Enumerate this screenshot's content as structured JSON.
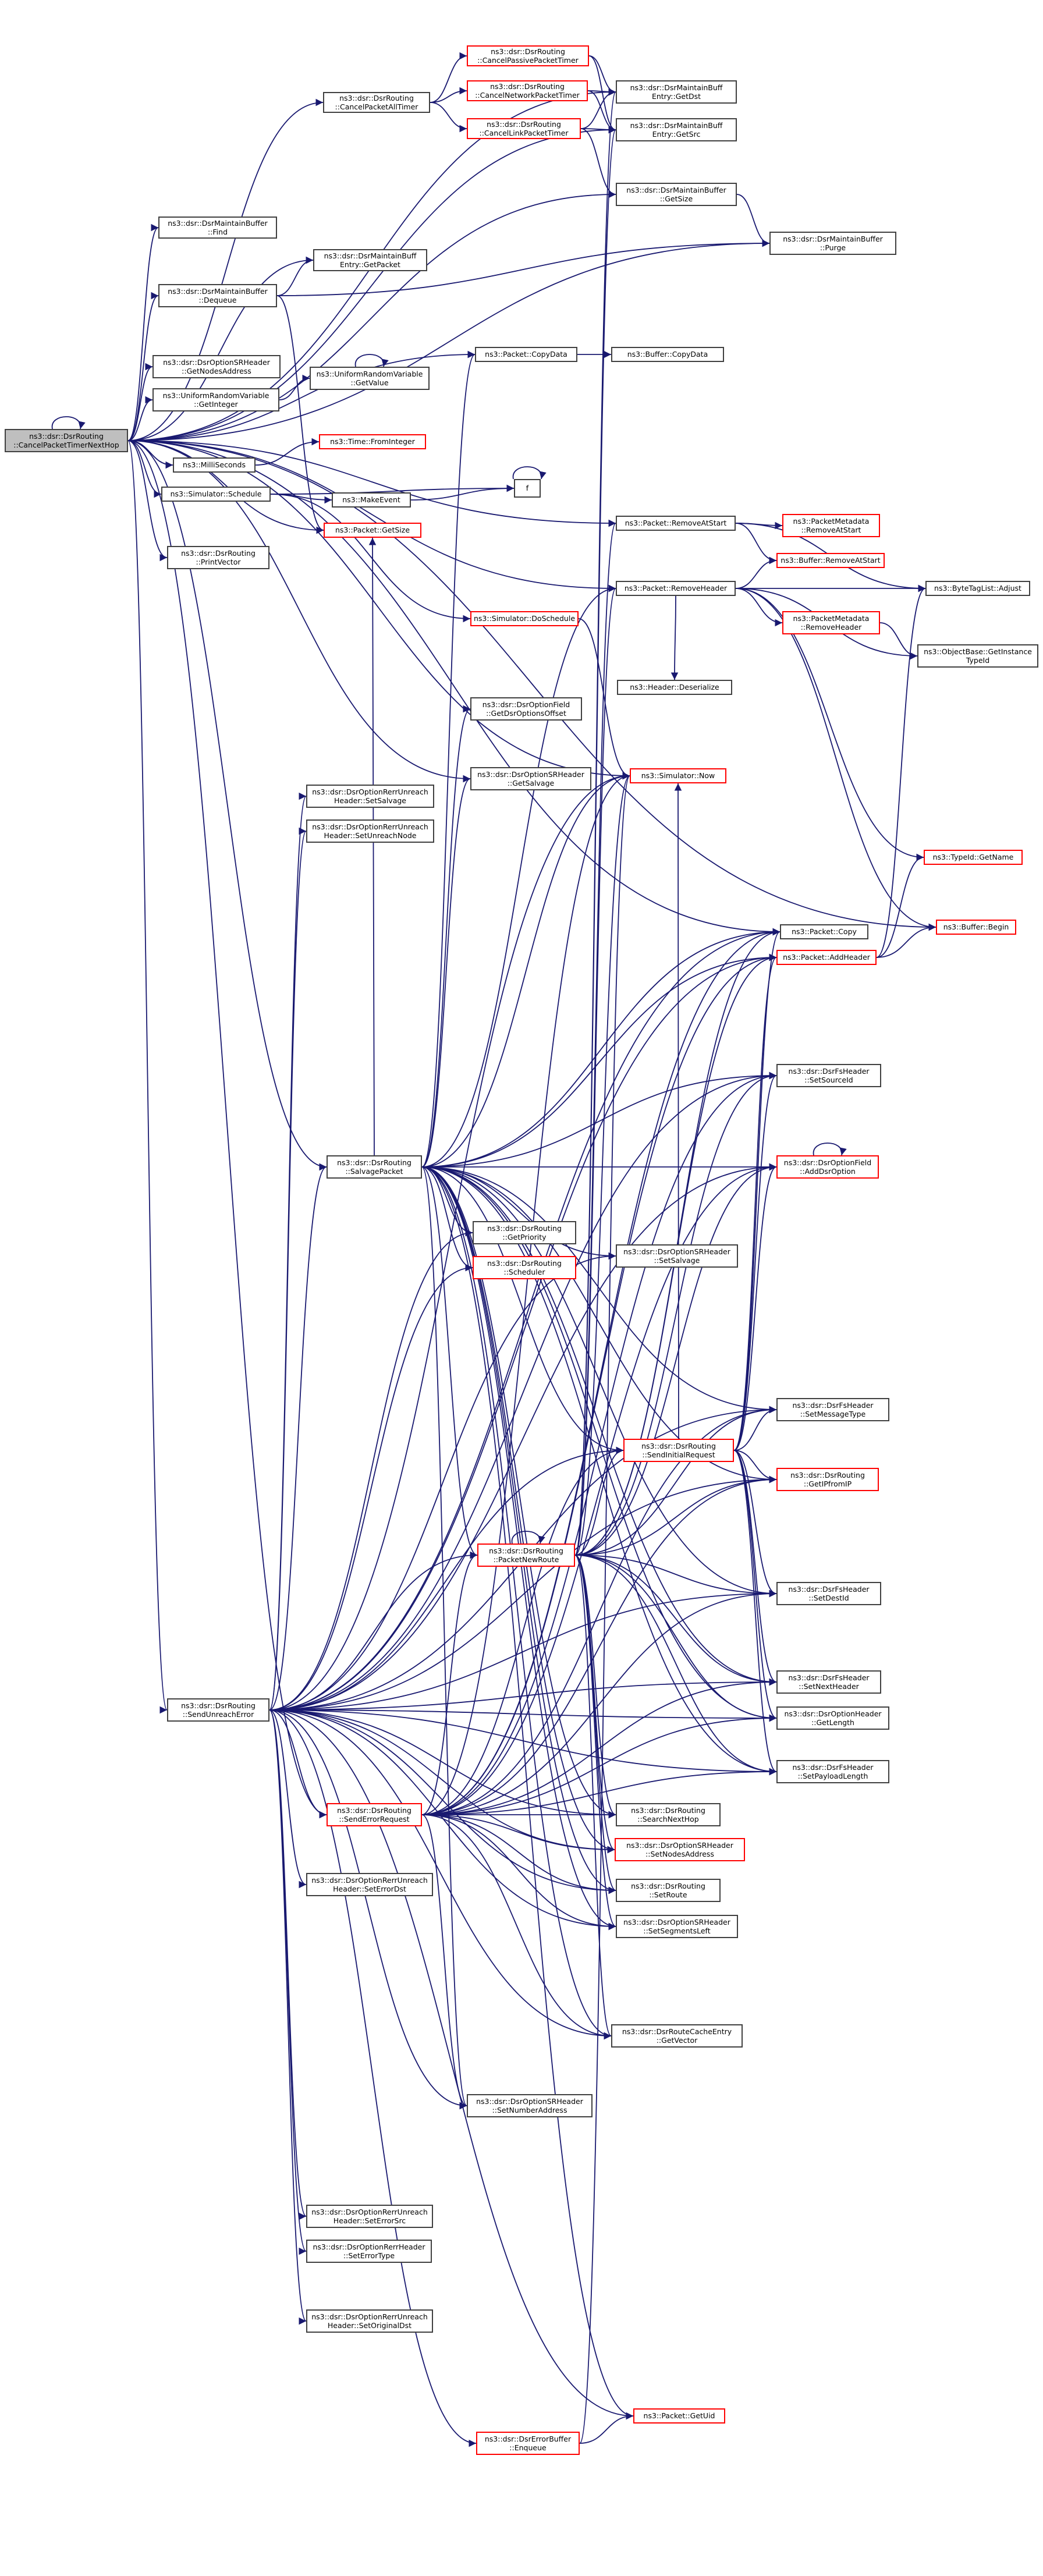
{
  "graph": {
    "root_label": "ns3::dsr::DsrRouting\n::CancelPacketTimerNextHop",
    "colors": {
      "edge": "#191970",
      "node_border": "#404040",
      "truncated_border": "#ff0000",
      "root_fill": "#bfbfbf"
    },
    "nodes": [
      {
        "id": "n1",
        "label": "ns3::dsr::DsrRouting\n::CancelPacketTimerNextHop",
        "color": "root"
      },
      {
        "id": "n2",
        "label": "ns3::dsr::DsrRouting\n::CancelPacketAllTimer",
        "color": "normal"
      },
      {
        "id": "n3",
        "label": "ns3::dsr::DsrRouting\n::CancelPassivePacketTimer",
        "color": "red"
      },
      {
        "id": "n4",
        "label": "ns3::dsr::DsrRouting\n::CancelNetworkPacketTimer",
        "color": "red"
      },
      {
        "id": "n5",
        "label": "ns3::dsr::DsrRouting\n::CancelLinkPacketTimer",
        "color": "red"
      },
      {
        "id": "n6",
        "label": "ns3::dsr::DsrMaintainBuff\nEntry::GetDst",
        "color": "normal"
      },
      {
        "id": "n7",
        "label": "ns3::dsr::DsrMaintainBuff\nEntry::GetSrc",
        "color": "normal"
      },
      {
        "id": "n8",
        "label": "ns3::dsr::DsrMaintainBuffer\n::GetSize",
        "color": "normal"
      },
      {
        "id": "n9",
        "label": "ns3::dsr::DsrMaintainBuffer\n::Purge",
        "color": "normal"
      },
      {
        "id": "n10",
        "label": "ns3::dsr::DsrMaintainBuffer\n::Find",
        "color": "normal"
      },
      {
        "id": "n11",
        "label": "ns3::dsr::DsrMaintainBuff\nEntry::GetPacket",
        "color": "normal"
      },
      {
        "id": "n12",
        "label": "ns3::dsr::DsrMaintainBuffer\n::Dequeue",
        "color": "normal"
      },
      {
        "id": "n13",
        "label": "ns3::Packet::CopyData",
        "color": "normal"
      },
      {
        "id": "n14",
        "label": "ns3::Buffer::CopyData",
        "color": "normal"
      },
      {
        "id": "n15",
        "label": "ns3::dsr::DsrOptionSRHeader\n::GetNodesAddress",
        "color": "normal"
      },
      {
        "id": "n16",
        "label": "ns3::UniformRandomVariable\n::GetValue",
        "color": "normal"
      },
      {
        "id": "n17",
        "label": "ns3::UniformRandomVariable\n::GetInteger",
        "color": "normal"
      },
      {
        "id": "n18",
        "label": "ns3::Time::FromInteger",
        "color": "red"
      },
      {
        "id": "n19",
        "label": "ns3::MilliSeconds",
        "color": "normal"
      },
      {
        "id": "n20",
        "label": "ns3::MakeEvent",
        "color": "normal"
      },
      {
        "id": "n21",
        "label": "f",
        "color": "normal"
      },
      {
        "id": "n22",
        "label": "ns3::Simulator::Schedule",
        "color": "normal"
      },
      {
        "id": "n23",
        "label": "ns3::Packet::GetSize",
        "color": "red"
      },
      {
        "id": "n24",
        "label": "ns3::dsr::DsrRouting\n::PrintVector",
        "color": "normal"
      },
      {
        "id": "n25",
        "label": "ns3::Packet::RemoveAtStart",
        "color": "normal"
      },
      {
        "id": "n26",
        "label": "ns3::PacketMetadata\n::RemoveAtStart",
        "color": "red"
      },
      {
        "id": "n27",
        "label": "ns3::Buffer::RemoveAtStart",
        "color": "red"
      },
      {
        "id": "n28",
        "label": "ns3::ByteTagList::Adjust",
        "color": "normal"
      },
      {
        "id": "n29",
        "label": "ns3::Packet::RemoveHeader",
        "color": "normal"
      },
      {
        "id": "n30",
        "label": "ns3::PacketMetadata\n::RemoveHeader",
        "color": "red"
      },
      {
        "id": "n31",
        "label": "ns3::ObjectBase::GetInstance\nTypeId",
        "color": "normal"
      },
      {
        "id": "n32",
        "label": "ns3::Header::Deserialize",
        "color": "normal"
      },
      {
        "id": "n33",
        "label": "ns3::Simulator::DoSchedule",
        "color": "red"
      },
      {
        "id": "n34",
        "label": "ns3::dsr::DsrOptionField\n::GetDsrOptionsOffset",
        "color": "normal"
      },
      {
        "id": "n35",
        "label": "ns3::dsr::DsrOptionSRHeader\n::GetSalvage",
        "color": "normal"
      },
      {
        "id": "n36",
        "label": "ns3::Simulator::Now",
        "color": "red"
      },
      {
        "id": "n37",
        "label": "ns3::dsr::DsrOptionRerrUnreach\nHeader::SetSalvage",
        "color": "normal"
      },
      {
        "id": "n38",
        "label": "ns3::dsr::DsrOptionRerrUnreach\nHeader::SetUnreachNode",
        "color": "normal"
      },
      {
        "id": "n39",
        "label": "ns3::TypeId::GetName",
        "color": "red"
      },
      {
        "id": "n40",
        "label": "ns3::Buffer::Begin",
        "color": "red"
      },
      {
        "id": "n41",
        "label": "ns3::Packet::Copy",
        "color": "normal"
      },
      {
        "id": "n42",
        "label": "ns3::Packet::AddHeader",
        "color": "red"
      },
      {
        "id": "n43",
        "label": "ns3::dsr::DsrFsHeader\n::SetSourceId",
        "color": "normal"
      },
      {
        "id": "n44",
        "label": "ns3::dsr::DsrRouting\n::SalvagePacket",
        "color": "normal"
      },
      {
        "id": "n45",
        "label": "ns3::dsr::DsrOptionField\n::AddDsrOption",
        "color": "red"
      },
      {
        "id": "n46",
        "label": "ns3::dsr::DsrRouting\n::GetPriority",
        "color": "normal"
      },
      {
        "id": "n47",
        "label": "ns3::dsr::DsrRouting\n::Scheduler",
        "color": "red"
      },
      {
        "id": "n48",
        "label": "ns3::dsr::DsrOptionSRHeader\n::SetSalvage",
        "color": "normal"
      },
      {
        "id": "n49",
        "label": "ns3::dsr::DsrFsHeader\n::SetMessageType",
        "color": "normal"
      },
      {
        "id": "n50",
        "label": "ns3::dsr::DsrRouting\n::SendInitialRequest",
        "color": "red"
      },
      {
        "id": "n51",
        "label": "ns3::dsr::DsrRouting\n::GetIPfromIP",
        "color": "red"
      },
      {
        "id": "n52",
        "label": "ns3::dsr::DsrRouting\n::PacketNewRoute",
        "color": "red"
      },
      {
        "id": "n53",
        "label": "ns3::dsr::DsrFsHeader\n::SetDestId",
        "color": "normal"
      },
      {
        "id": "n54",
        "label": "ns3::dsr::DsrFsHeader\n::SetNextHeader",
        "color": "normal"
      },
      {
        "id": "n55",
        "label": "ns3::dsr::DsrRouting\n::SendUnreachError",
        "color": "normal"
      },
      {
        "id": "n56",
        "label": "ns3::dsr::DsrOptionHeader\n::GetLength",
        "color": "normal"
      },
      {
        "id": "n57",
        "label": "ns3::dsr::DsrFsHeader\n::SetPayloadLength",
        "color": "normal"
      },
      {
        "id": "n58",
        "label": "ns3::dsr::DsrRouting\n::SendErrorRequest",
        "color": "red"
      },
      {
        "id": "n59",
        "label": "ns3::dsr::DsrRouting\n::SearchNextHop",
        "color": "normal"
      },
      {
        "id": "n60",
        "label": "ns3::dsr::DsrOptionSRHeader\n::SetNodesAddress",
        "color": "red"
      },
      {
        "id": "n61",
        "label": "ns3::dsr::DsrOptionRerrUnreach\nHeader::SetErrorDst",
        "color": "normal"
      },
      {
        "id": "n62",
        "label": "ns3::dsr::DsrRouting\n::SetRoute",
        "color": "normal"
      },
      {
        "id": "n63",
        "label": "ns3::dsr::DsrOptionSRHeader\n::SetSegmentsLeft",
        "color": "normal"
      },
      {
        "id": "n64",
        "label": "ns3::dsr::DsrRouteCacheEntry\n::GetVector",
        "color": "normal"
      },
      {
        "id": "n65",
        "label": "ns3::dsr::DsrOptionSRHeader\n::SetNumberAddress",
        "color": "normal"
      },
      {
        "id": "n66",
        "label": "ns3::dsr::DsrOptionRerrUnreach\nHeader::SetErrorSrc",
        "color": "normal"
      },
      {
        "id": "n67",
        "label": "ns3::dsr::DsrOptionRerrHeader\n::SetErrorType",
        "color": "normal"
      },
      {
        "id": "n68",
        "label": "ns3::dsr::DsrOptionRerrUnreach\nHeader::SetOriginalDst",
        "color": "normal"
      },
      {
        "id": "n69",
        "label": "ns3::Packet::GetUid",
        "color": "red"
      },
      {
        "id": "n70",
        "label": "ns3::dsr::DsrErrorBuffer\n::Enqueue",
        "color": "red"
      }
    ],
    "edges": [
      [
        "n1",
        "n1"
      ],
      [
        "n1",
        "n2"
      ],
      [
        "n1",
        "n6"
      ],
      [
        "n1",
        "n7"
      ],
      [
        "n1",
        "n8"
      ],
      [
        "n1",
        "n9"
      ],
      [
        "n1",
        "n10"
      ],
      [
        "n1",
        "n11"
      ],
      [
        "n1",
        "n12"
      ],
      [
        "n1",
        "n13"
      ],
      [
        "n1",
        "n15"
      ],
      [
        "n1",
        "n17"
      ],
      [
        "n1",
        "n19"
      ],
      [
        "n1",
        "n22"
      ],
      [
        "n1",
        "n24"
      ],
      [
        "n1",
        "n25"
      ],
      [
        "n1",
        "n29"
      ],
      [
        "n1",
        "n35"
      ],
      [
        "n1",
        "n36"
      ],
      [
        "n1",
        "n40"
      ],
      [
        "n1",
        "n41"
      ],
      [
        "n1",
        "n44"
      ],
      [
        "n1",
        "n55"
      ],
      [
        "n1",
        "n58"
      ],
      [
        "n1",
        "n23"
      ],
      [
        "n2",
        "n3"
      ],
      [
        "n2",
        "n4"
      ],
      [
        "n2",
        "n5"
      ],
      [
        "n3",
        "n6"
      ],
      [
        "n3",
        "n7"
      ],
      [
        "n4",
        "n6"
      ],
      [
        "n4",
        "n7"
      ],
      [
        "n5",
        "n6"
      ],
      [
        "n5",
        "n7"
      ],
      [
        "n5",
        "n8"
      ],
      [
        "n8",
        "n9"
      ],
      [
        "n12",
        "n11"
      ],
      [
        "n12",
        "n9"
      ],
      [
        "n12",
        "n23"
      ],
      [
        "n13",
        "n14"
      ],
      [
        "n17",
        "n16"
      ],
      [
        "n16",
        "n16"
      ],
      [
        "n19",
        "n18"
      ],
      [
        "n22",
        "n20"
      ],
      [
        "n22",
        "n21"
      ],
      [
        "n22",
        "n33"
      ],
      [
        "n20",
        "n21"
      ],
      [
        "n21",
        "n21"
      ],
      [
        "n33",
        "n36"
      ],
      [
        "n25",
        "n26"
      ],
      [
        "n25",
        "n27"
      ],
      [
        "n25",
        "n28"
      ],
      [
        "n29",
        "n30"
      ],
      [
        "n29",
        "n27"
      ],
      [
        "n29",
        "n28"
      ],
      [
        "n29",
        "n32"
      ],
      [
        "n29",
        "n31"
      ],
      [
        "n29",
        "n39"
      ],
      [
        "n29",
        "n40"
      ],
      [
        "n30",
        "n31"
      ],
      [
        "n42",
        "n28"
      ],
      [
        "n42",
        "n39"
      ],
      [
        "n42",
        "n40"
      ],
      [
        "n45",
        "n45"
      ],
      [
        "n44",
        "n34"
      ],
      [
        "n44",
        "n35"
      ],
      [
        "n44",
        "n29"
      ],
      [
        "n44",
        "n13"
      ],
      [
        "n44",
        "n23"
      ],
      [
        "n44",
        "n36"
      ],
      [
        "n44",
        "n41"
      ],
      [
        "n44",
        "n42"
      ],
      [
        "n44",
        "n43"
      ],
      [
        "n44",
        "n45"
      ],
      [
        "n44",
        "n46"
      ],
      [
        "n44",
        "n47"
      ],
      [
        "n44",
        "n48"
      ],
      [
        "n44",
        "n49"
      ],
      [
        "n44",
        "n50"
      ],
      [
        "n44",
        "n51"
      ],
      [
        "n44",
        "n52"
      ],
      [
        "n44",
        "n53"
      ],
      [
        "n44",
        "n54"
      ],
      [
        "n44",
        "n56"
      ],
      [
        "n44",
        "n57"
      ],
      [
        "n44",
        "n59"
      ],
      [
        "n44",
        "n60"
      ],
      [
        "n44",
        "n62"
      ],
      [
        "n44",
        "n63"
      ],
      [
        "n44",
        "n64"
      ],
      [
        "n44",
        "n65"
      ],
      [
        "n44",
        "n69"
      ],
      [
        "n52",
        "n52"
      ],
      [
        "n52",
        "n25"
      ],
      [
        "n52",
        "n29"
      ],
      [
        "n52",
        "n36"
      ],
      [
        "n52",
        "n41"
      ],
      [
        "n52",
        "n42"
      ],
      [
        "n52",
        "n43"
      ],
      [
        "n52",
        "n45"
      ],
      [
        "n52",
        "n49"
      ],
      [
        "n52",
        "n50"
      ],
      [
        "n52",
        "n51"
      ],
      [
        "n52",
        "n53"
      ],
      [
        "n52",
        "n54"
      ],
      [
        "n52",
        "n56"
      ],
      [
        "n52",
        "n57"
      ],
      [
        "n52",
        "n59"
      ],
      [
        "n52",
        "n60"
      ],
      [
        "n52",
        "n62"
      ],
      [
        "n52",
        "n63"
      ],
      [
        "n52",
        "n64"
      ],
      [
        "n52",
        "n6"
      ],
      [
        "n52",
        "n7"
      ],
      [
        "n50",
        "n41"
      ],
      [
        "n50",
        "n42"
      ],
      [
        "n50",
        "n43"
      ],
      [
        "n50",
        "n45"
      ],
      [
        "n50",
        "n49"
      ],
      [
        "n50",
        "n51"
      ],
      [
        "n50",
        "n53"
      ],
      [
        "n50",
        "n54"
      ],
      [
        "n50",
        "n56"
      ],
      [
        "n50",
        "n57"
      ],
      [
        "n50",
        "n36"
      ],
      [
        "n55",
        "n37"
      ],
      [
        "n55",
        "n38"
      ],
      [
        "n55",
        "n36"
      ],
      [
        "n55",
        "n41"
      ],
      [
        "n55",
        "n42"
      ],
      [
        "n55",
        "n43"
      ],
      [
        "n55",
        "n44"
      ],
      [
        "n55",
        "n45"
      ],
      [
        "n55",
        "n46"
      ],
      [
        "n55",
        "n47"
      ],
      [
        "n55",
        "n48"
      ],
      [
        "n55",
        "n49"
      ],
      [
        "n55",
        "n50"
      ],
      [
        "n55",
        "n51"
      ],
      [
        "n55",
        "n52"
      ],
      [
        "n55",
        "n53"
      ],
      [
        "n55",
        "n54"
      ],
      [
        "n55",
        "n56"
      ],
      [
        "n55",
        "n57"
      ],
      [
        "n55",
        "n58"
      ],
      [
        "n55",
        "n59"
      ],
      [
        "n55",
        "n60"
      ],
      [
        "n55",
        "n61"
      ],
      [
        "n55",
        "n62"
      ],
      [
        "n55",
        "n63"
      ],
      [
        "n55",
        "n64"
      ],
      [
        "n55",
        "n65"
      ],
      [
        "n55",
        "n66"
      ],
      [
        "n55",
        "n67"
      ],
      [
        "n55",
        "n68"
      ],
      [
        "n55",
        "n69"
      ],
      [
        "n55",
        "n70"
      ],
      [
        "n58",
        "n41"
      ],
      [
        "n58",
        "n42"
      ],
      [
        "n58",
        "n43"
      ],
      [
        "n58",
        "n45"
      ],
      [
        "n58",
        "n49"
      ],
      [
        "n58",
        "n50"
      ],
      [
        "n58",
        "n51"
      ],
      [
        "n58",
        "n52"
      ],
      [
        "n58",
        "n53"
      ],
      [
        "n58",
        "n54"
      ],
      [
        "n58",
        "n56"
      ],
      [
        "n58",
        "n57"
      ],
      [
        "n58",
        "n59"
      ],
      [
        "n58",
        "n60"
      ],
      [
        "n58",
        "n62"
      ],
      [
        "n58",
        "n63"
      ],
      [
        "n58",
        "n64"
      ],
      [
        "n58",
        "n65"
      ],
      [
        "n58",
        "n36"
      ],
      [
        "n70",
        "n69"
      ],
      [
        "n70",
        "n36"
      ]
    ]
  }
}
